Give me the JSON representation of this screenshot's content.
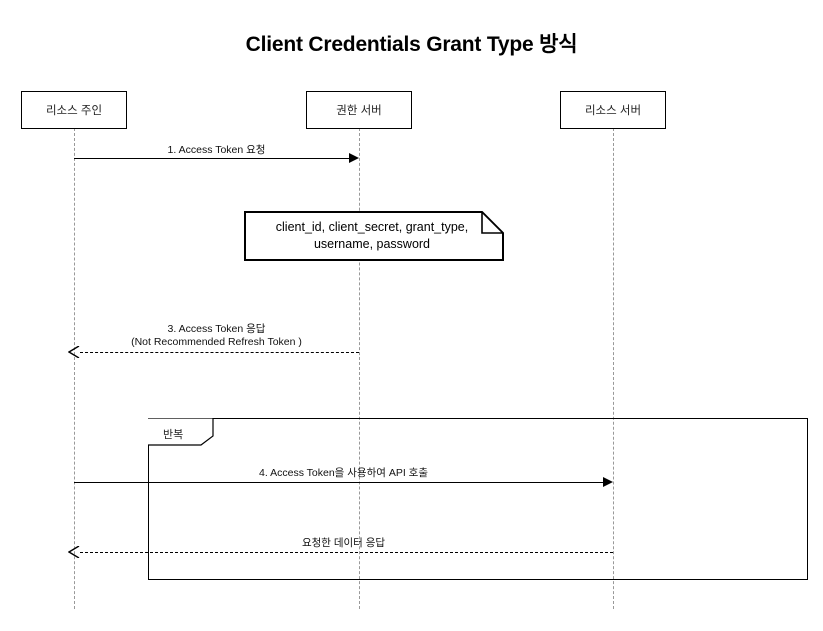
{
  "title": "Client Credentials Grant Type 방식",
  "colors": {
    "stroke": "#000000",
    "lifeline": "#999999",
    "background": "#ffffff",
    "text": "#111111"
  },
  "participants": [
    {
      "id": "resource-owner",
      "label": "리소스 주인"
    },
    {
      "id": "authorization-server",
      "label": "권한 서버"
    },
    {
      "id": "resource-server",
      "label": "리소스 서버"
    }
  ],
  "messages": [
    {
      "id": "access-token-request",
      "label": "1. Access Token 요청",
      "label2": "",
      "from": "resource-owner",
      "to": "authorization-server",
      "style": "solid",
      "direction": "right"
    },
    {
      "id": "access-token-response",
      "label": "3. Access Token 응답",
      "label2": "(Not Recommended Refresh Token )",
      "from": "authorization-server",
      "to": "resource-owner",
      "style": "dashed",
      "direction": "left"
    },
    {
      "id": "api-call",
      "label": "4. Access Token을 사용하여 API 호출",
      "label2": "",
      "from": "resource-owner",
      "to": "resource-server",
      "style": "solid",
      "direction": "right"
    },
    {
      "id": "data-response",
      "label": "요청한 데이터 응답",
      "label2": "",
      "from": "resource-server",
      "to": "resource-owner",
      "style": "dashed",
      "direction": "left"
    }
  ],
  "note": {
    "id": "credentials-note",
    "text": "client_id, client_secret, grant_type, username, password"
  },
  "fragment": {
    "id": "loop-fragment",
    "label": "반복"
  }
}
